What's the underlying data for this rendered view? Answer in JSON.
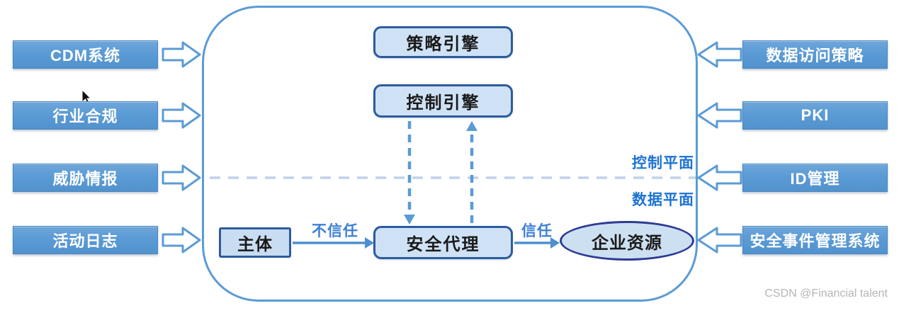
{
  "diagram": {
    "title_hint": "zero-trust-architecture",
    "left_inputs": [
      "CDM系统",
      "行业合规",
      "威胁情报",
      "活动日志"
    ],
    "right_inputs": [
      "数据访问策略",
      "PKI",
      "ID管理",
      "安全事件管理系统"
    ],
    "core": {
      "policy_engine": "策略引擎",
      "control_engine": "控制引擎",
      "subject": "主体",
      "security_proxy": "安全代理",
      "enterprise_resource": "企业资源"
    },
    "planes": {
      "control": "控制平面",
      "data": "数据平面"
    },
    "edge_labels": {
      "untrust": "不信任",
      "trust": "信任"
    },
    "colors": {
      "solid_box": "#5b9bd5",
      "light_box_fill": "#cfe2f5",
      "light_box_border": "#2e5b9e",
      "ellipse_border": "#2d3c94",
      "arrow": "#5b9bd5",
      "plane_label": "#1e73d2",
      "separator": "#bdd3eb"
    }
  },
  "watermark": "CSDN @Financial talent"
}
